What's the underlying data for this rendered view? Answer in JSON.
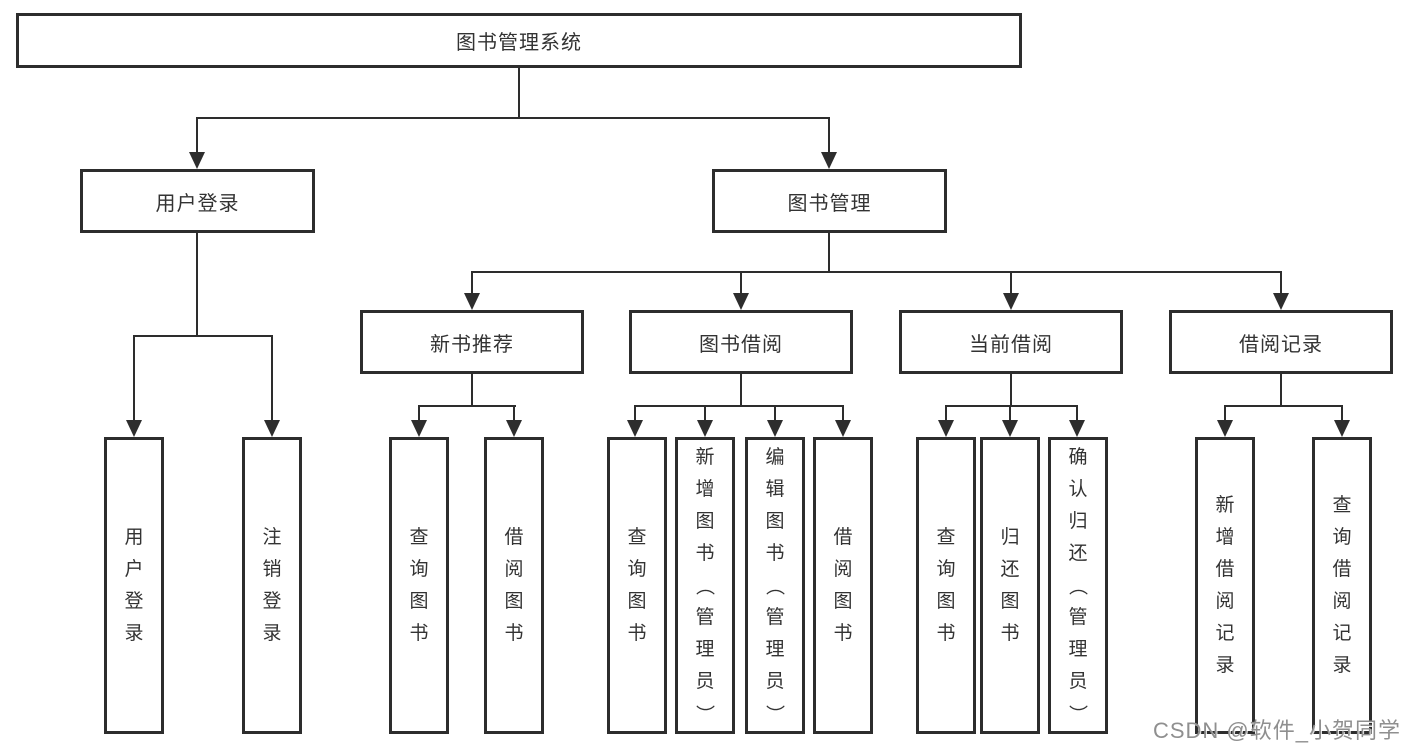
{
  "colors": {
    "line": "#2d2d2d",
    "text": "#333333",
    "background": "#ffffff",
    "watermark": "#8f8f8f"
  },
  "diagram": {
    "root": {
      "label": "图书管理系统"
    },
    "branches": [
      {
        "label": "用户登录",
        "children": [
          {
            "label": "用户登录"
          },
          {
            "label": "注销登录"
          }
        ]
      },
      {
        "label": "图书管理",
        "children": [
          {
            "label": "新书推荐",
            "children": [
              {
                "label": "查询图书"
              },
              {
                "label": "借阅图书"
              }
            ]
          },
          {
            "label": "图书借阅",
            "children": [
              {
                "label": "查询图书"
              },
              {
                "label": "新增图书（管理员）"
              },
              {
                "label": "编辑图书（管理员）"
              },
              {
                "label": "借阅图书"
              }
            ]
          },
          {
            "label": "当前借阅",
            "children": [
              {
                "label": "查询图书"
              },
              {
                "label": "归还图书"
              },
              {
                "label": "确认归还（管理员）"
              }
            ]
          },
          {
            "label": "借阅记录",
            "children": [
              {
                "label": "新增借阅记录"
              },
              {
                "label": "查询借阅记录"
              }
            ]
          }
        ]
      }
    ]
  },
  "watermark": {
    "text": "CSDN @软件_小贺同学"
  }
}
